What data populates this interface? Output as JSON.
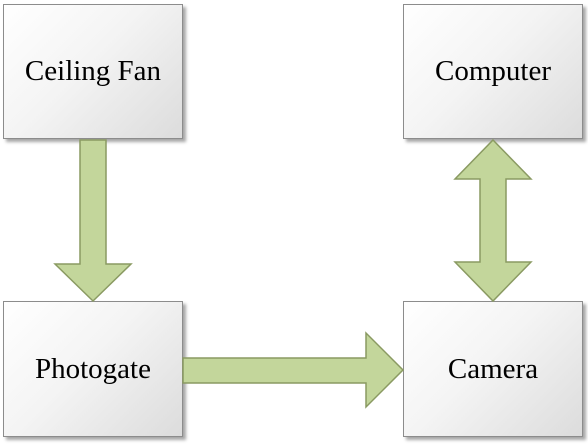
{
  "nodes": {
    "ceiling_fan": "Ceiling Fan",
    "computer": "Computer",
    "photogate": "Photogate",
    "camera": "Camera"
  },
  "edges": [
    {
      "from": "Ceiling Fan",
      "to": "Photogate",
      "direction": "one-way"
    },
    {
      "from": "Photogate",
      "to": "Camera",
      "direction": "one-way"
    },
    {
      "from": "Computer",
      "to": "Camera",
      "direction": "two-way"
    }
  ],
  "colors": {
    "arrow_fill": "#c3d69b",
    "arrow_stroke": "#8a9a62",
    "box_border": "#8c8c8c"
  }
}
